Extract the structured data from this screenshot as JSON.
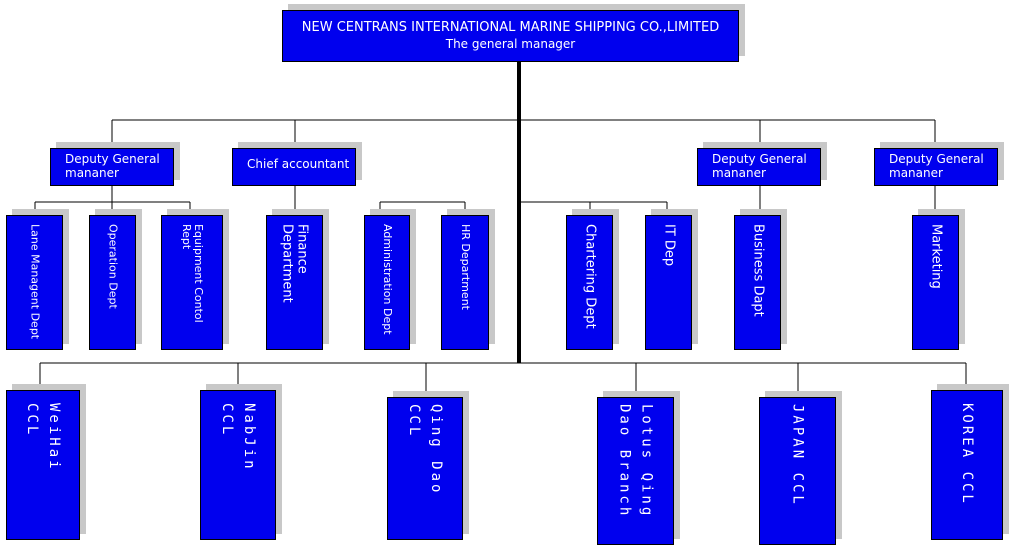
{
  "top": {
    "company": "NEW CENTRANS INTERNATIONAL  MARINE SHIPPING CO.,LIMITED",
    "role": "The general manager"
  },
  "managers": {
    "deputy_left": "Deputy  General mananer",
    "chief_accountant": "Chief accountant",
    "deputy_mid": "Deputy  General mananer",
    "deputy_right": "Deputy  General mananer"
  },
  "departments": {
    "lane": "Lane Managent Dept",
    "operation": "Operation Dept",
    "equipment": "Equipment Contol Rept",
    "finance": "Finance Department",
    "administration": "Administration Dept",
    "hr": "HR Department",
    "chartering": "Chartering Dept",
    "it": "IT Dep",
    "business": "Business Dapt",
    "marketing": "Marketing"
  },
  "branches": {
    "weihai": "WeiHai CCL",
    "nabjin": "NabJin CCL",
    "qingdao": "Qing Dao CCL",
    "lotus": "Lotus Qing Dao Branch",
    "japan": "JAPAN CCL",
    "korea": "KOREA CCL"
  },
  "colors": {
    "box": "#0000ee",
    "shadow": "#c8c8c8",
    "line": "#000000",
    "text": "#ffffff"
  }
}
